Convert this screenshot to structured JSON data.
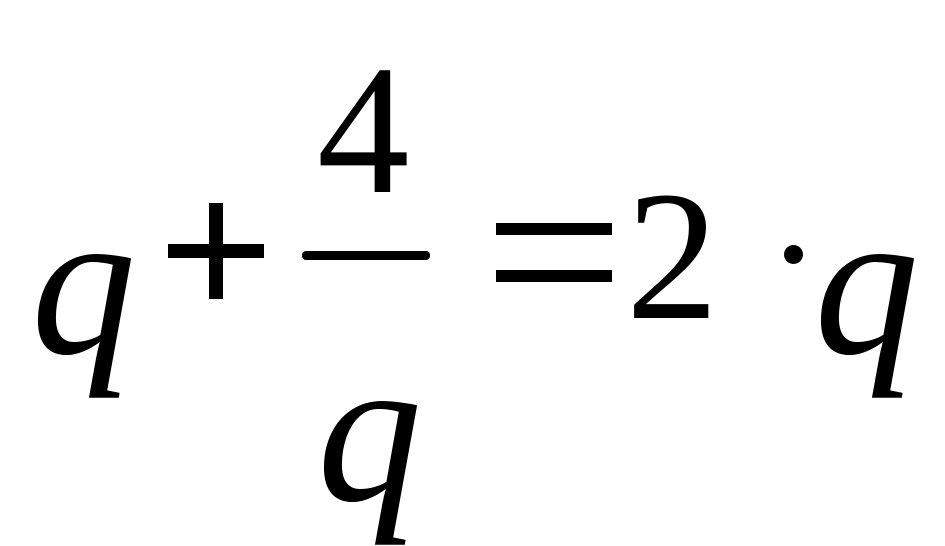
{
  "equation": {
    "left_variable": "q",
    "plus_sign": "+",
    "fraction": {
      "numerator": "4",
      "denominator": "q"
    },
    "equals_sign": "=",
    "right_coefficient": "2",
    "multiply_sign": "·",
    "right_variable": "q"
  }
}
